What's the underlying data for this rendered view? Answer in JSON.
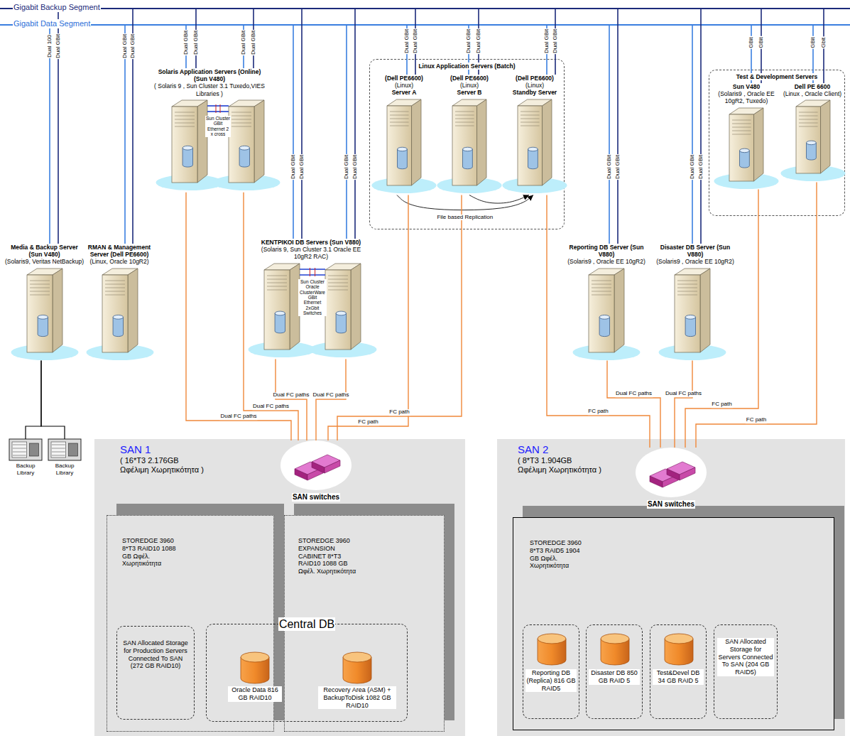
{
  "diagram": {
    "nodes": [
      {
        "text": [
          "Gigabit Backup Segment"
        ]
      },
      {
        "text": [
          "Gigabit Data Segment"
        ]
      },
      {
        "text": [
          "Media & Backup Server (Sun V480)",
          "(Solaris9, Veritas NetBackup)"
        ]
      },
      {
        "text": [
          "Backup Library"
        ]
      },
      {
        "text": [
          "Backup Library"
        ]
      },
      {
        "text": [
          "RMAN & Management Server (Dell PE6600)",
          "(Linux, Oracle 10gR2)"
        ]
      },
      {
        "text": [
          "Solaris Application Servers (Online) (Sun V480)",
          "( Solaris 9 , Sun Cluster 3.1 Tuxedo,VIES Libraries )"
        ]
      },
      {
        "text": [
          "ΚΕΝΤΡΙΚΟΙ DB Servers (Sun V880)",
          "(Solaris 9, Sun Cluster 3.1 Oracle EE 10gR2 RAC)"
        ]
      },
      {
        "text": [
          "Linux Application Servers (Batch)"
        ]
      },
      {
        "text": [
          "(Dell PE6600)",
          "(Linux)",
          "Server A"
        ],
        "in": 8
      },
      {
        "text": [
          "(Dell PE6600)",
          "(Linux)",
          "Server B"
        ],
        "in": 8
      },
      {
        "text": [
          "(Dell PE6600)",
          "(Linux)",
          "Standby Server"
        ],
        "in": 8
      },
      {
        "text": [
          "Reporting DB Server (Sun V880)",
          "(Solaris9 , Oracle EE 10gR2)"
        ]
      },
      {
        "text": [
          "Disaster DB Server (Sun V880)",
          "(Solaris9 , Oracle EE 10gR2)"
        ]
      },
      {
        "text": [
          "Test & Development Servers"
        ]
      },
      {
        "text": [
          "Sun V480",
          "(Solaris9 , Oracle EE 10gR2, Tuxedo)"
        ],
        "in": 14
      },
      {
        "text": [
          "Dell PE 6600",
          "(Linux , Oracle Client)"
        ],
        "in": 14
      },
      {
        "text": [
          "SAN 1",
          "( 16*T3 2.176GB Ωφέλιμη Χωρητικότητα )"
        ]
      },
      {
        "text": [
          "SAN switches"
        ],
        "in": 17
      },
      {
        "text": [
          "STOREDGE 3960 8*T3 RAID10 1088 GB Ωφέλ. Χωρητικότητα"
        ],
        "in": 17
      },
      {
        "text": [
          "SAN Allocated Storage for Production Servers Connected To SAN (272 GB RAID10)"
        ],
        "in": 19
      },
      {
        "text": [
          "STOREDGE 3960 EXPANSION CABINET 8*T3 RAID10 1088 GB Ωφέλ. Χωρητικότητα"
        ],
        "in": 17
      },
      {
        "text": [
          "Central DB"
        ],
        "in": 17
      },
      {
        "text": [
          "Oracle Data 816 GB RAID10"
        ],
        "in": 22
      },
      {
        "text": [
          "Recovery Area (ASM) + BackupToDisk 1082 GB RAID10"
        ],
        "in": 22
      },
      {
        "text": [
          "SAN 2",
          "( 8*T3 1.904GB Ωφέλιμη Χωρητικότητα )"
        ]
      },
      {
        "text": [
          "SAN switches"
        ],
        "in": 25
      },
      {
        "text": [
          "STOREDGE 3960 8*T3 RAID5 1904 GB Ωφέλ. Χωρητικότητα"
        ],
        "in": 25
      },
      {
        "text": [
          "Reporting DB (Replica) 816 GB RAID5"
        ],
        "in": 27
      },
      {
        "text": [
          "Disaster DB 850 GB RAID 5"
        ],
        "in": 27
      },
      {
        "text": [
          "Test&Devel DB 34 GB RAID 5"
        ],
        "in": 27
      },
      {
        "text": [
          "SAN Allocated Storage for Servers Connected To SAN (204 GB RAID5)"
        ],
        "in": 27
      }
    ],
    "edges": [
      {
        "from": 2,
        "to": 1,
        "label": "Dual 100",
        "arrow": "none"
      },
      {
        "from": 2,
        "to": 0,
        "label": "Dual GBit",
        "arrow": "none"
      },
      {
        "from": 5,
        "to": 1,
        "label": "Dual GBit",
        "arrow": "none"
      },
      {
        "from": 5,
        "to": 0,
        "label": "Dual GBit",
        "arrow": "none"
      },
      {
        "from": 6,
        "to": 1,
        "label": "Dual GBit",
        "arrow": "none"
      },
      {
        "from": 6,
        "to": 0,
        "label": "Dual GBit",
        "arrow": "none"
      },
      {
        "from": 6,
        "to": 1,
        "label": "Dual GBit",
        "arrow": "none"
      },
      {
        "from": 6,
        "to": 0,
        "label": "Dual GBit",
        "arrow": "none"
      },
      {
        "from": 7,
        "to": 1,
        "label": "Dual GBit",
        "arrow": "none"
      },
      {
        "from": 7,
        "to": 0,
        "label": "Dual GBit",
        "arrow": "none"
      },
      {
        "from": 7,
        "to": 1,
        "label": "Dual GBit",
        "arrow": "none"
      },
      {
        "from": 7,
        "to": 0,
        "label": "Dual GBit",
        "arrow": "none"
      },
      {
        "from": 9,
        "to": 1,
        "label": "Dual GBit",
        "arrow": "none"
      },
      {
        "from": 9,
        "to": 0,
        "label": "Dual GBit",
        "arrow": "none"
      },
      {
        "from": 10,
        "to": 1,
        "label": "Dual GBit",
        "arrow": "none"
      },
      {
        "from": 10,
        "to": 0,
        "label": "Dual GBit",
        "arrow": "none"
      },
      {
        "from": 11,
        "to": 1,
        "label": "Dual GBit",
        "arrow": "none"
      },
      {
        "from": 11,
        "to": 0,
        "label": "Dual GBit",
        "arrow": "none"
      },
      {
        "from": 12,
        "to": 1,
        "label": "Dual GBit",
        "arrow": "none"
      },
      {
        "from": 12,
        "to": 0,
        "label": "Dual GBit",
        "arrow": "none"
      },
      {
        "from": 13,
        "to": 1,
        "label": "Dual GBit",
        "arrow": "none"
      },
      {
        "from": 13,
        "to": 0,
        "label": "Dual GBit",
        "arrow": "none"
      },
      {
        "from": 15,
        "to": 1,
        "label": "GBit",
        "arrow": "none"
      },
      {
        "from": 15,
        "to": 0,
        "label": "GBit",
        "arrow": "none"
      },
      {
        "from": 16,
        "to": 1,
        "label": "GBit",
        "arrow": "none"
      },
      {
        "from": 16,
        "to": 0,
        "label": "Gbit",
        "arrow": "none"
      },
      {
        "from": 2,
        "to": 3,
        "arrow": "none"
      },
      {
        "from": 2,
        "to": 4,
        "arrow": "none"
      },
      {
        "from": 9,
        "to": 11,
        "label": "File based Replication",
        "arrow": "to"
      },
      {
        "from": 10,
        "to": 11,
        "arrow": "to"
      },
      {
        "from": 6,
        "to": 18,
        "label": "Dual FC paths",
        "arrow": "none"
      },
      {
        "from": 6,
        "to": 18,
        "label": "Dual FC paths",
        "arrow": "none"
      },
      {
        "from": 7,
        "to": 18,
        "label": "Dual FC paths",
        "arrow": "none"
      },
      {
        "from": 7,
        "to": 18,
        "label": "Dual FC paths",
        "arrow": "none"
      },
      {
        "from": 9,
        "to": 18,
        "label": "FC path",
        "arrow": "none"
      },
      {
        "from": 10,
        "to": 18,
        "label": "FC path",
        "arrow": "none"
      },
      {
        "from": 11,
        "to": 26,
        "label": "FC path",
        "arrow": "none"
      },
      {
        "from": 12,
        "to": 26,
        "label": "Dual FC paths",
        "arrow": "none"
      },
      {
        "from": 13,
        "to": 26,
        "label": "Dual FC paths",
        "arrow": "none"
      },
      {
        "from": 15,
        "to": 26,
        "label": "FC path",
        "arrow": "none"
      },
      {
        "from": 16,
        "to": 26,
        "label": "FC path",
        "arrow": "none"
      }
    ],
    "labels": [
      "Sun Cluster GBit Ethernet 2 x cross",
      "Sun Cluster Oracle ClusterWare GBit Ethernet 2xGbit Switches"
    ]
  }
}
